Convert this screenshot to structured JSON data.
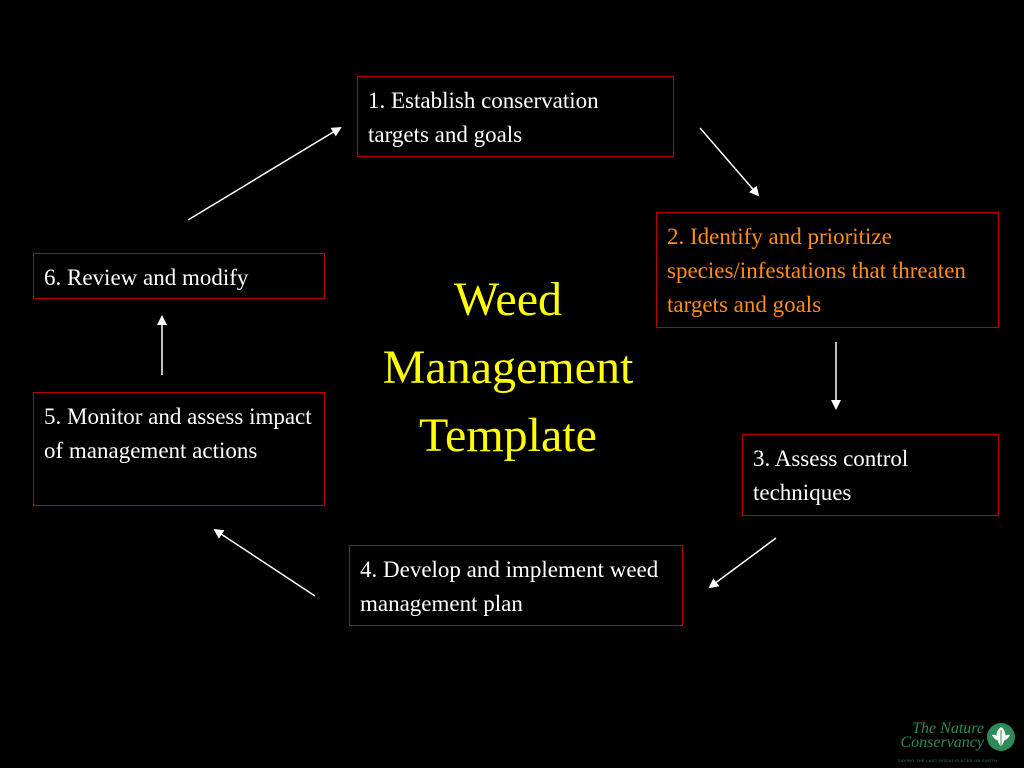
{
  "diagram": {
    "title_lines": [
      "Weed",
      "Management",
      "Template"
    ],
    "steps": [
      {
        "label": "1. Establish conservation targets and goals"
      },
      {
        "label": "2. Identify and prioritize species/infestations that threaten targets and goals"
      },
      {
        "label": "3. Assess control techniques"
      },
      {
        "label": "4. Develop and implement weed management plan"
      },
      {
        "label": "5. Monitor and assess impact of management actions"
      },
      {
        "label": "6. Review and modify"
      }
    ],
    "highlighted_step": 2
  },
  "logo": {
    "name_line1": "The Nature",
    "name_line2": "Conservancy",
    "tagline": "SAVING THE LAST GREAT PLACES ON EARTH",
    "icon": "leaf-icon"
  },
  "colors": {
    "background": "#000000",
    "box_border": "#c00000",
    "title": "#ffff00",
    "text": "#ffffff",
    "highlight_text": "#ff8c1a",
    "arrow": "#ffffff",
    "logo": "#2e8b57"
  }
}
